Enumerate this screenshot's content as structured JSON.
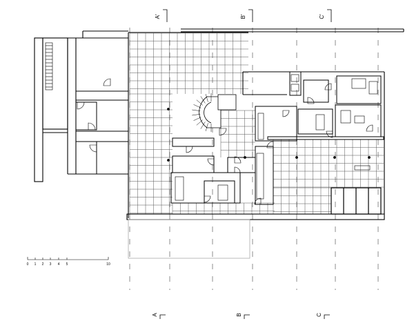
{
  "section_marks": {
    "top": [
      "A'",
      "B'",
      "C'"
    ],
    "bottom": [
      "A",
      "B",
      "C"
    ]
  },
  "scale_bar": {
    "ticks": [
      "0",
      "1",
      "2",
      "3",
      "4",
      "5",
      "10"
    ]
  },
  "colors": {
    "line": "#000000",
    "grid": "#555555",
    "axis": "#444444",
    "ghost": "#aaaaaa",
    "paper": "#ffffff"
  }
}
